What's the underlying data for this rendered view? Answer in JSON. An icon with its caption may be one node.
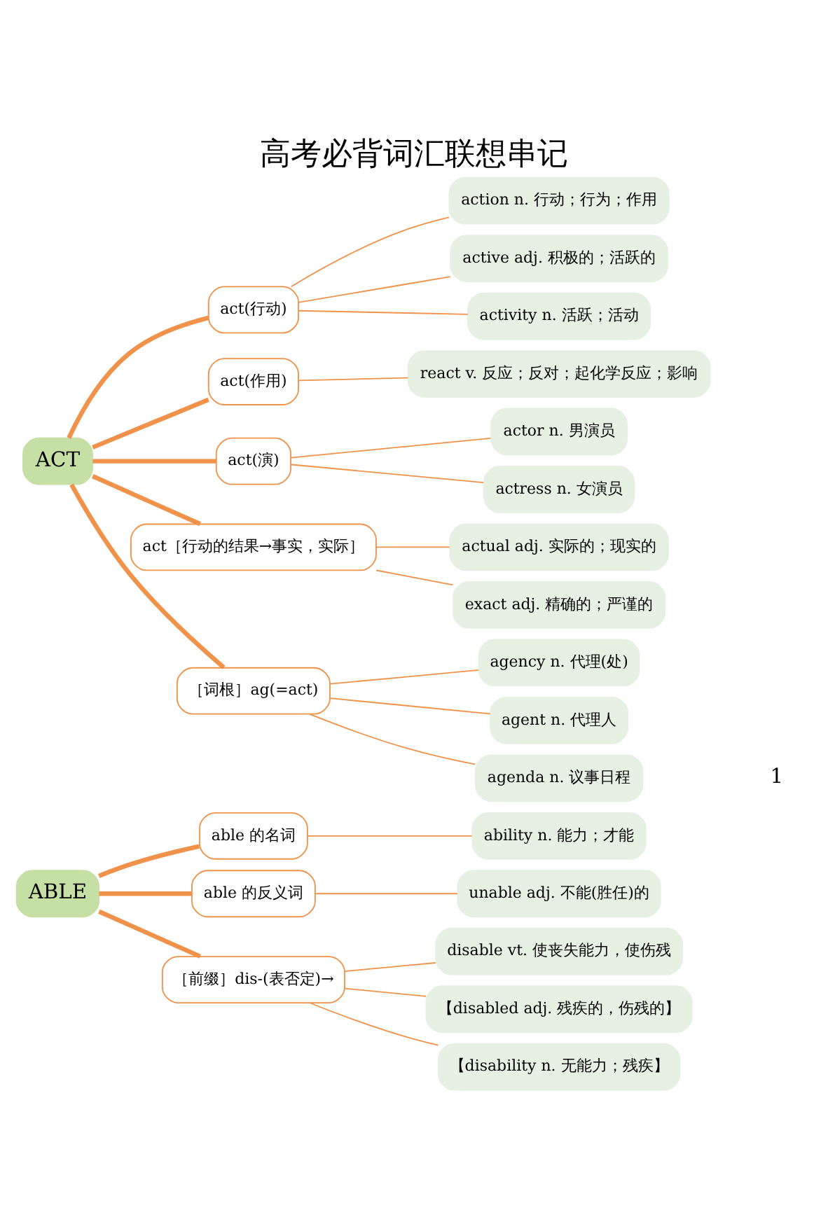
{
  "diagram": {
    "title": "高考必背词汇联想串记",
    "nodes": [
      {
        "text": [
          "ABLE"
        ]
      },
      {
        "text": [
          "able 的名词"
        ]
      },
      {
        "text": [
          "ability n. 能力；才能"
        ]
      },
      {
        "text": [
          "able 的反义词"
        ]
      },
      {
        "text": [
          "unable adj. 不能(胜任)的"
        ]
      },
      {
        "text": [
          "［前缀］dis-(表否定)→"
        ]
      },
      {
        "text": [
          "disable vt. 使丧失能力，使伤残"
        ]
      },
      {
        "text": [
          "【disabled adj. 残疾的，伤残的】"
        ]
      },
      {
        "text": [
          "【disability n. 无能力；残疾】"
        ]
      },
      {
        "text": [
          "ACT"
        ]
      },
      {
        "text": [
          "act(行动)"
        ]
      },
      {
        "text": [
          "action n. 行动；行为；作用"
        ]
      },
      {
        "text": [
          "active adj. 积极的；活跃的"
        ]
      },
      {
        "text": [
          "activity n. 活跃；活动"
        ]
      },
      {
        "text": [
          "act(作用)"
        ]
      },
      {
        "text": [
          "react v. 反应；反对；起化学反应；影响"
        ]
      },
      {
        "text": [
          "act(演)"
        ]
      },
      {
        "text": [
          "actor n. 男演员"
        ]
      },
      {
        "text": [
          "actress n. 女演员"
        ]
      },
      {
        "text": [
          "act［行动的结果→事实，实际］"
        ]
      },
      {
        "text": [
          "actual adj. 实际的；现实的"
        ]
      },
      {
        "text": [
          "exact adj. 精确的；严谨的"
        ]
      },
      {
        "text": [
          "［词根］ag(=act)"
        ]
      },
      {
        "text": [
          "agency n. 代理(处)"
        ]
      },
      {
        "text": [
          "agent n. 代理人"
        ]
      },
      {
        "text": [
          "agenda n. 议事日程"
        ]
      }
    ],
    "edges": [
      {
        "from": 0,
        "to": 1,
        "arrow": "none",
        "style": "thick"
      },
      {
        "from": 1,
        "to": 2,
        "arrow": "none"
      },
      {
        "from": 0,
        "to": 3,
        "arrow": "none",
        "style": "thick"
      },
      {
        "from": 3,
        "to": 4,
        "arrow": "none"
      },
      {
        "from": 0,
        "to": 5,
        "arrow": "none",
        "style": "thick"
      },
      {
        "from": 5,
        "to": 6,
        "arrow": "none"
      },
      {
        "from": 5,
        "to": 7,
        "arrow": "none"
      },
      {
        "from": 5,
        "to": 8,
        "arrow": "none"
      },
      {
        "from": 9,
        "to": 10,
        "arrow": "none",
        "style": "thick"
      },
      {
        "from": 10,
        "to": 11,
        "arrow": "none"
      },
      {
        "from": 10,
        "to": 12,
        "arrow": "none"
      },
      {
        "from": 10,
        "to": 13,
        "arrow": "none"
      },
      {
        "from": 9,
        "to": 14,
        "arrow": "none",
        "style": "thick"
      },
      {
        "from": 14,
        "to": 15,
        "arrow": "none"
      },
      {
        "from": 9,
        "to": 16,
        "arrow": "none",
        "style": "thick"
      },
      {
        "from": 16,
        "to": 17,
        "arrow": "none"
      },
      {
        "from": 16,
        "to": 18,
        "arrow": "none"
      },
      {
        "from": 9,
        "to": 19,
        "arrow": "none",
        "style": "thick"
      },
      {
        "from": 19,
        "to": 20,
        "arrow": "none"
      },
      {
        "from": 19,
        "to": 21,
        "arrow": "none"
      },
      {
        "from": 9,
        "to": 22,
        "arrow": "none",
        "style": "thick"
      },
      {
        "from": 22,
        "to": 23,
        "arrow": "none"
      },
      {
        "from": 22,
        "to": 24,
        "arrow": "none"
      },
      {
        "from": 22,
        "to": 25,
        "arrow": "none"
      }
    ],
    "labels": [
      "1"
    ]
  }
}
